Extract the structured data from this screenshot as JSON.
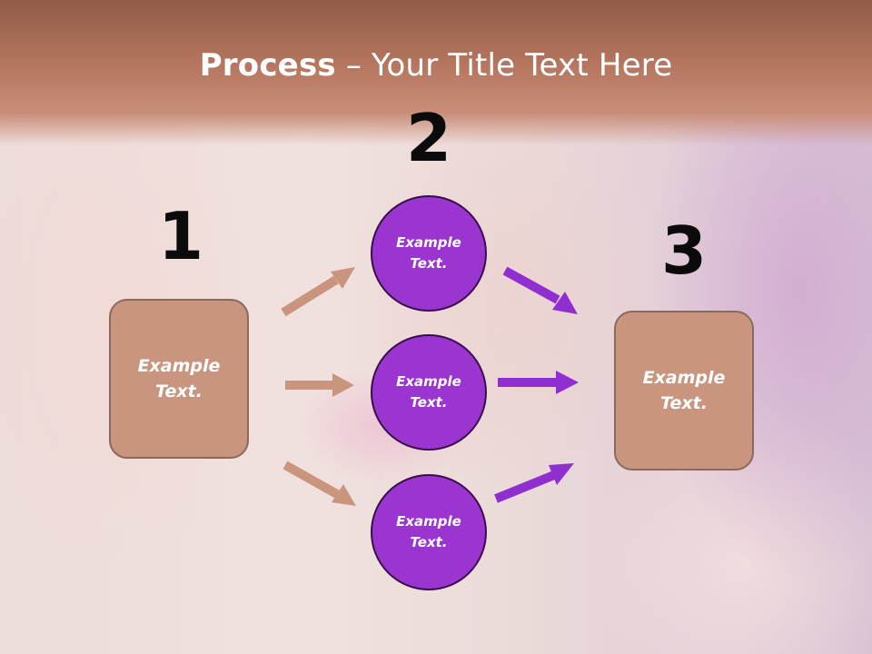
{
  "slide": {
    "title_bold": "Process",
    "title_rest": " – Your Title Text Here"
  },
  "stages": {
    "step1": {
      "number": "1",
      "label": "Example Text."
    },
    "step2": {
      "number": "2",
      "items": [
        "Example Text.",
        "Example Text.",
        "Example Text."
      ]
    },
    "step3": {
      "number": "3",
      "label": "Example Text."
    }
  },
  "colors": {
    "box_fill": "#c9957f",
    "box_border": "#8a6a5c",
    "circle_fill": "#9a35cf",
    "circle_border": "#3a0d4c",
    "arrow_left": "#c9957f",
    "arrow_right": "#8f2fd0",
    "header": "#b6765f"
  }
}
